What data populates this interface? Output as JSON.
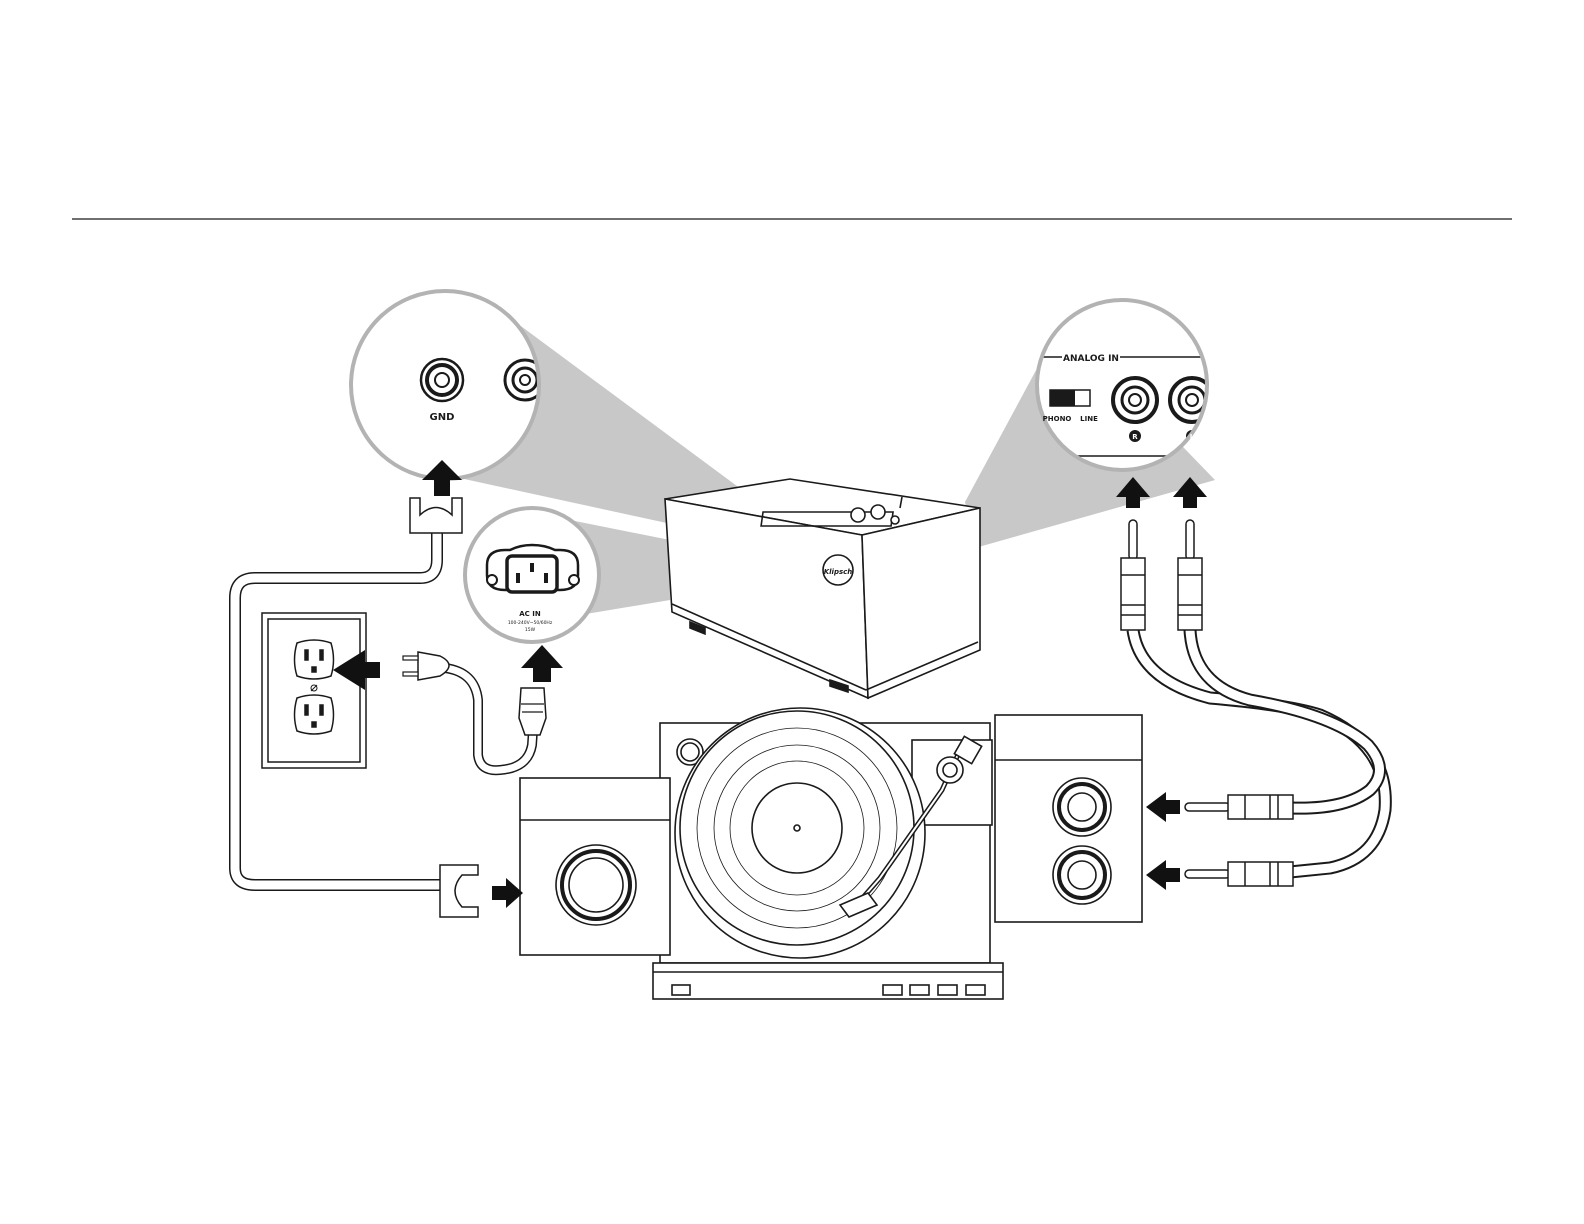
{
  "colors": {
    "ink": "#1a1a1a",
    "zoom_cone": "#c8c8c8",
    "zoom_ring": "#b3b3b3",
    "arrow": "#111111",
    "background": "#ffffff"
  },
  "labels": {
    "gnd": "GND",
    "ac_in": "AC IN",
    "ac_rating": "100-240V~50/60Hz",
    "ac_power": "15W",
    "analog_in": "ANALOG IN",
    "phono": "PHONO",
    "line": "LINE",
    "right_channel": "R",
    "left_channel": "L",
    "logo": "Klipsch"
  },
  "icons": [
    "arrow-up-icon",
    "arrow-left-icon",
    "arrow-right-icon",
    "ground-symbol-icon"
  ]
}
